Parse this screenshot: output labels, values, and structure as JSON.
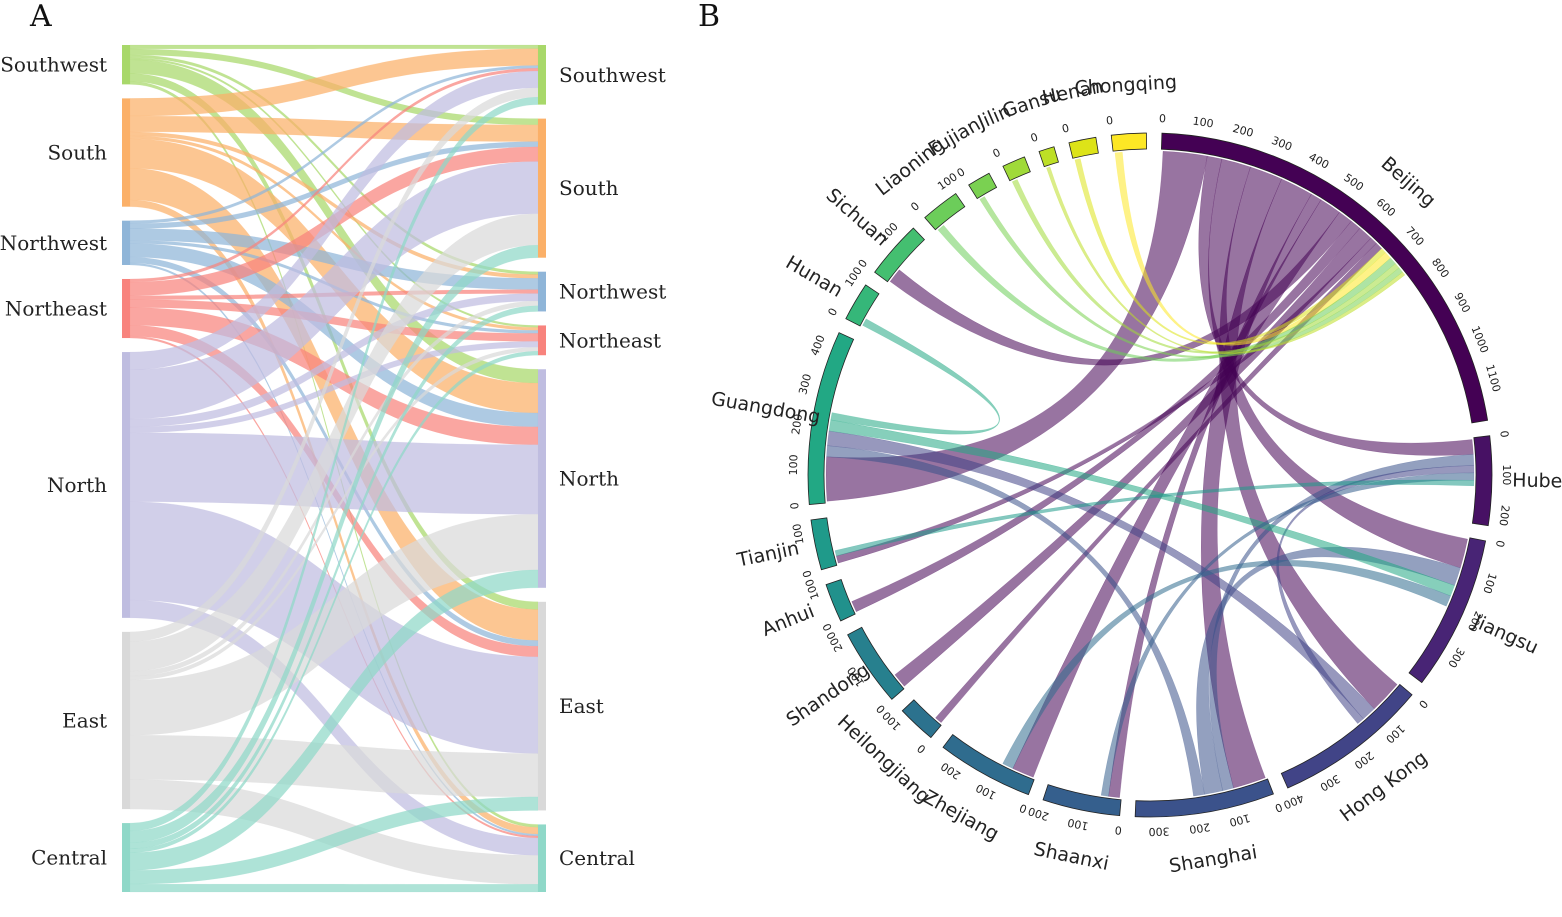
{
  "panels": {
    "a_label": "A",
    "b_label": "B"
  },
  "chart_data": [
    {
      "type": "sankey",
      "panel": "A",
      "colors": {
        "Southwest": "#a8d86a",
        "South": "#fbb068",
        "Northwest": "#8fb5d8",
        "Northeast": "#f8837d",
        "North": "#bfbde0",
        "East": "#d9d9d9",
        "Central": "#8fd8c8"
      },
      "nodes_left": [
        "Southwest",
        "South",
        "Northwest",
        "Northeast",
        "North",
        "East",
        "Central"
      ],
      "nodes_right": [
        "Southwest",
        "South",
        "Northwest",
        "Northeast",
        "North",
        "East",
        "Central"
      ],
      "left_totals": [
        40,
        110,
        45,
        60,
        270,
        180,
        70
      ],
      "right_totals": [
        60,
        140,
        40,
        30,
        220,
        210,
        68
      ],
      "links": [
        {
          "source": "Southwest",
          "target": "Southwest",
          "value": 4
        },
        {
          "source": "Southwest",
          "target": "South",
          "value": 6
        },
        {
          "source": "Southwest",
          "target": "Northwest",
          "value": 3
        },
        {
          "source": "Southwest",
          "target": "Northeast",
          "value": 2
        },
        {
          "source": "Southwest",
          "target": "North",
          "value": 14
        },
        {
          "source": "Southwest",
          "target": "East",
          "value": 8
        },
        {
          "source": "Southwest",
          "target": "Central",
          "value": 3
        },
        {
          "source": "South",
          "target": "Southwest",
          "value": 18
        },
        {
          "source": "South",
          "target": "South",
          "value": 16
        },
        {
          "source": "South",
          "target": "Northwest",
          "value": 4
        },
        {
          "source": "South",
          "target": "Northeast",
          "value": 3
        },
        {
          "source": "South",
          "target": "North",
          "value": 30
        },
        {
          "source": "South",
          "target": "East",
          "value": 32
        },
        {
          "source": "South",
          "target": "Central",
          "value": 7
        },
        {
          "source": "Northwest",
          "target": "Southwest",
          "value": 3
        },
        {
          "source": "Northwest",
          "target": "South",
          "value": 5
        },
        {
          "source": "Northwest",
          "target": "Northwest",
          "value": 12
        },
        {
          "source": "Northwest",
          "target": "Northeast",
          "value": 3
        },
        {
          "source": "Northwest",
          "target": "North",
          "value": 14
        },
        {
          "source": "Northwest",
          "target": "East",
          "value": 6
        },
        {
          "source": "Northwest",
          "target": "Central",
          "value": 2
        },
        {
          "source": "Northeast",
          "target": "Southwest",
          "value": 3
        },
        {
          "source": "Northeast",
          "target": "South",
          "value": 14
        },
        {
          "source": "Northeast",
          "target": "Northwest",
          "value": 4
        },
        {
          "source": "Northeast",
          "target": "Northeast",
          "value": 8
        },
        {
          "source": "Northeast",
          "target": "North",
          "value": 18
        },
        {
          "source": "Northeast",
          "target": "East",
          "value": 11
        },
        {
          "source": "Northeast",
          "target": "Central",
          "value": 2
        },
        {
          "source": "North",
          "target": "Southwest",
          "value": 18
        },
        {
          "source": "North",
          "target": "South",
          "value": 50
        },
        {
          "source": "North",
          "target": "Northwest",
          "value": 8
        },
        {
          "source": "North",
          "target": "Northeast",
          "value": 6
        },
        {
          "source": "North",
          "target": "North",
          "value": 70
        },
        {
          "source": "North",
          "target": "East",
          "value": 100
        },
        {
          "source": "North",
          "target": "Central",
          "value": 18
        },
        {
          "source": "East",
          "target": "Southwest",
          "value": 10
        },
        {
          "source": "East",
          "target": "South",
          "value": 30
        },
        {
          "source": "East",
          "target": "Northwest",
          "value": 5
        },
        {
          "source": "East",
          "target": "Northeast",
          "value": 4
        },
        {
          "source": "East",
          "target": "North",
          "value": 56
        },
        {
          "source": "East",
          "target": "East",
          "value": 45
        },
        {
          "source": "East",
          "target": "Central",
          "value": 30
        },
        {
          "source": "Central",
          "target": "Southwest",
          "value": 8
        },
        {
          "source": "Central",
          "target": "South",
          "value": 12
        },
        {
          "source": "Central",
          "target": "Northwest",
          "value": 6
        },
        {
          "source": "Central",
          "target": "Northeast",
          "value": 4
        },
        {
          "source": "Central",
          "target": "North",
          "value": 18
        },
        {
          "source": "Central",
          "target": "East",
          "value": 14
        },
        {
          "source": "Central",
          "target": "Central",
          "value": 8
        }
      ]
    },
    {
      "type": "chord",
      "panel": "B",
      "segments": [
        {
          "name": "Beijing",
          "total": 1200,
          "ticks": [
            "0",
            "100",
            "200",
            "300",
            "400",
            "500",
            "600",
            "700",
            "800",
            "900",
            "1000",
            "1100"
          ],
          "color": "#440154"
        },
        {
          "name": "Hubei",
          "total": 230,
          "ticks": [
            "0",
            "100",
            "200"
          ],
          "color": "#471164"
        },
        {
          "name": "Jiangsu",
          "total": 400,
          "ticks": [
            "0",
            "100",
            "200",
            "300"
          ],
          "color": "#482475"
        },
        {
          "name": "Hong Kong",
          "total": 400,
          "ticks": [
            "0",
            "100",
            "200",
            "300",
            "400"
          ],
          "color": "#414487"
        },
        {
          "name": "Shanghai",
          "total": 360,
          "ticks": [
            "0",
            "100",
            "200",
            "300"
          ],
          "color": "#3b528b"
        },
        {
          "name": "Shaanxi",
          "total": 200,
          "ticks": [
            "0",
            "100",
            "200"
          ],
          "color": "#355f8d"
        },
        {
          "name": "Zhejiang",
          "total": 250,
          "ticks": [
            "0",
            "100",
            "200"
          ],
          "color": "#2f6c8e"
        },
        {
          "name": "Heilongjiang",
          "total": 100,
          "ticks": [
            "0",
            "100"
          ],
          "color": "#2c728e"
        },
        {
          "name": "Shandong",
          "total": 200,
          "ticks": [
            "0",
            "100",
            "200"
          ],
          "color": "#27808e"
        },
        {
          "name": "Anhui",
          "total": 100,
          "ticks": [
            "0",
            "100"
          ],
          "color": "#21918c"
        },
        {
          "name": "Tianjin",
          "total": 130,
          "ticks": [
            "0",
            "100"
          ],
          "color": "#1f9a8a"
        },
        {
          "name": "Guangdong",
          "total": 450,
          "ticks": [
            "0",
            "100",
            "200",
            "300",
            "400"
          ],
          "color": "#22a884"
        },
        {
          "name": "Hunan",
          "total": 100,
          "ticks": [
            "0",
            "100"
          ],
          "color": "#35b779"
        },
        {
          "name": "Sichuan",
          "total": 150,
          "ticks": [
            "0",
            "100"
          ],
          "color": "#44bf70"
        },
        {
          "name": "Liaoning",
          "total": 100,
          "ticks": [
            "0",
            "100"
          ],
          "color": "#6ccd5a"
        },
        {
          "name": "Fujian",
          "total": 60,
          "ticks": [
            "0"
          ],
          "color": "#7ad151"
        },
        {
          "name": "Jilin",
          "total": 60,
          "ticks": [
            "0"
          ],
          "color": "#a0da39"
        },
        {
          "name": "Gansu",
          "total": 40,
          "ticks": [
            "0"
          ],
          "color": "#bddf26"
        },
        {
          "name": "Henan",
          "total": 70,
          "ticks": [
            "0"
          ],
          "color": "#dde318"
        },
        {
          "name": "Chongqing",
          "total": 90,
          "ticks": [
            "0"
          ],
          "color": "#fde725"
        }
      ],
      "links": [
        {
          "source": "Beijing",
          "target": "Guangdong",
          "value": 120
        },
        {
          "source": "Beijing",
          "target": "Hubei",
          "value": 40
        },
        {
          "source": "Beijing",
          "target": "Jiangsu",
          "value": 80
        },
        {
          "source": "Beijing",
          "target": "Hong Kong",
          "value": 90
        },
        {
          "source": "Beijing",
          "target": "Shanghai",
          "value": 90
        },
        {
          "source": "Beijing",
          "target": "Shaanxi",
          "value": 30
        },
        {
          "source": "Beijing",
          "target": "Zhejiang",
          "value": 60
        },
        {
          "source": "Beijing",
          "target": "Sichuan",
          "value": 40
        },
        {
          "source": "Beijing",
          "target": "Anhui",
          "value": 30
        },
        {
          "source": "Beijing",
          "target": "Shandong",
          "value": 40
        },
        {
          "source": "Beijing",
          "target": "Tianjin",
          "value": 20
        },
        {
          "source": "Beijing",
          "target": "Heilongjiang",
          "value": 20
        },
        {
          "source": "Shanghai",
          "target": "Hubei",
          "value": 30
        },
        {
          "source": "Shanghai",
          "target": "Jiangsu",
          "value": 50
        },
        {
          "source": "Shanghai",
          "target": "Guangdong",
          "value": 30
        },
        {
          "source": "Hong Kong",
          "target": "Guangdong",
          "value": 40
        },
        {
          "source": "Hong Kong",
          "target": "Hubei",
          "value": 20
        },
        {
          "source": "Guangdong",
          "target": "Jiangsu",
          "value": 30
        },
        {
          "source": "Guangdong",
          "target": "Hunan",
          "value": 20
        },
        {
          "source": "Zhejiang",
          "target": "Jiangsu",
          "value": 30
        },
        {
          "source": "Shaanxi",
          "target": "Hubei",
          "value": 20
        },
        {
          "source": "Tianjin",
          "target": "Hubei",
          "value": 15
        },
        {
          "source": "Henan",
          "target": "Beijing",
          "value": 15
        },
        {
          "source": "Chongqing",
          "target": "Beijing",
          "value": 20
        },
        {
          "source": "Liaoning",
          "target": "Beijing",
          "value": 20
        },
        {
          "source": "Jilin",
          "target": "Beijing",
          "value": 15
        },
        {
          "source": "Fujian",
          "target": "Beijing",
          "value": 15
        },
        {
          "source": "Gansu",
          "target": "Beijing",
          "value": 10
        }
      ]
    }
  ]
}
